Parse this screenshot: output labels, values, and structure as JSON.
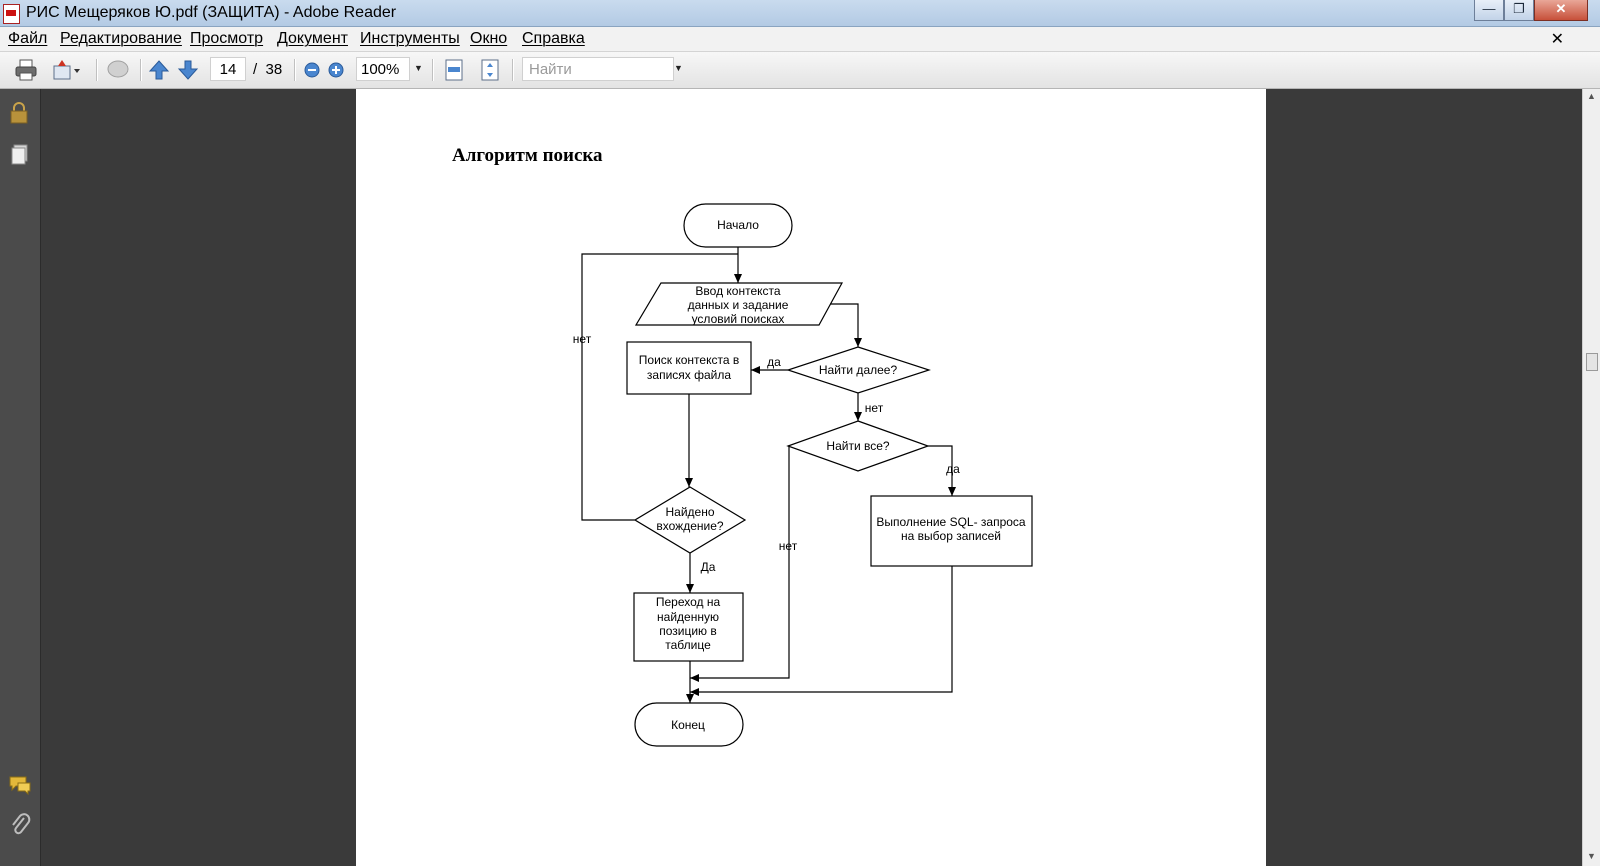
{
  "window": {
    "title": "РИС Мещеряков Ю.pdf (ЗАЩИТА) - Adobe Reader"
  },
  "menu": [
    "Файл",
    "Редактирование",
    "Просмотр",
    "Документ",
    "Инструменты",
    "Окно",
    "Справка"
  ],
  "toolbar": {
    "page_current": "14",
    "page_total": "/  38",
    "zoom": "100%",
    "search_placeholder": "Найти"
  },
  "document": {
    "heading": "Алгоритм поиска",
    "flowchart": {
      "start": "Начало",
      "input": [
        "Ввод контекста",
        "данных и задание",
        "условий поисках"
      ],
      "decision_next": "Найти далее?",
      "search_box": [
        "Поиск контекста в",
        "записях файла"
      ],
      "decision_all": "Найти все?",
      "decision_found": [
        "Найдено",
        "вхождение?"
      ],
      "sql_box": [
        "Выполнение SQL- запроса",
        "на выбор записей"
      ],
      "goto_box": [
        "Переход на",
        "найденную",
        "позицию в",
        "таблице"
      ],
      "end": "Конец",
      "label_yes_lower": "да",
      "label_yes_cap": "Да",
      "label_no": "нет"
    }
  },
  "colors": {
    "viewer_bg": "#3a3a3a",
    "sidebar_bg": "#4b4b4b",
    "page_bg": "#ffffff",
    "titlebar": "#c9dbee"
  }
}
